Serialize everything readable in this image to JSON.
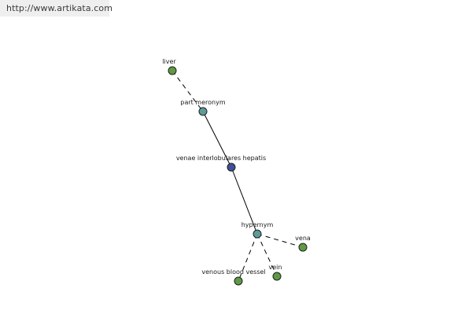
{
  "watermark": {
    "text": "http://www.artikata.com"
  },
  "colors": {
    "term": "#5f9945",
    "relation": "#5f9a9a",
    "focus": "#3e4f99",
    "edge": "#000000"
  },
  "graph": {
    "nodes": [
      {
        "id": "liver",
        "label": "liver",
        "kind": "term"
      },
      {
        "id": "part-meronym",
        "label": "part meronym",
        "kind": "relation"
      },
      {
        "id": "venae-interlobulares-hepatis",
        "label": "venae interlobulares hepatis",
        "kind": "focus"
      },
      {
        "id": "hypernym",
        "label": "hypernym",
        "kind": "relation"
      },
      {
        "id": "vena",
        "label": "vena",
        "kind": "term"
      },
      {
        "id": "vein",
        "label": "vein",
        "kind": "term"
      },
      {
        "id": "venous-blood-vessel",
        "label": "venous blood vessel",
        "kind": "term"
      }
    ],
    "edges": [
      {
        "from": "liver",
        "to": "part-meronym",
        "style": "dashed"
      },
      {
        "from": "part-meronym",
        "to": "venae-interlobulares-hepatis",
        "style": "solid"
      },
      {
        "from": "venae-interlobulares-hepatis",
        "to": "hypernym",
        "style": "solid"
      },
      {
        "from": "hypernym",
        "to": "vena",
        "style": "dashed"
      },
      {
        "from": "hypernym",
        "to": "vein",
        "style": "dashed"
      },
      {
        "from": "hypernym",
        "to": "venous-blood-vessel",
        "style": "dashed"
      }
    ]
  }
}
